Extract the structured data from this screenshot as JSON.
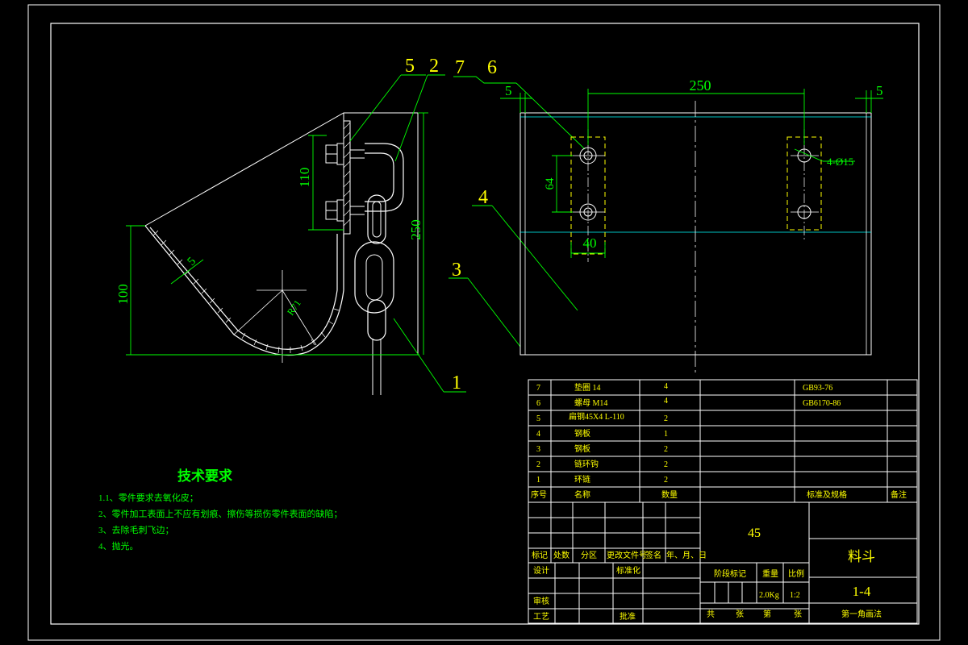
{
  "balloons": [
    "5",
    "2",
    "7",
    "6",
    "4",
    "3",
    "1"
  ],
  "dims": {
    "d250_side": "250",
    "d110": "110",
    "d100": "100",
    "d5_side": "5",
    "r71": "R71",
    "d250_front": "250",
    "d5_left": "5",
    "d5_right": "5",
    "d64": "64",
    "d40": "40",
    "hole": "4-Ø15"
  },
  "tech_req": {
    "title": "技术要求",
    "items": [
      "1.1、零件要求去氧化皮；",
      "2、零件加工表面上不应有划痕、擦伤等损伤零件表面的缺陷；",
      "3、去除毛刺飞边；",
      "4、抛光。"
    ]
  },
  "bom": {
    "rows": [
      {
        "no": "7",
        "name": "垫圈 14",
        "qty": "4",
        "std": "GB93-76"
      },
      {
        "no": "6",
        "name": "螺母 M14",
        "qty": "4",
        "std": "GB6170-86"
      },
      {
        "no": "5",
        "name": "扁钢45X4 L-110",
        "qty": "2",
        "std": ""
      },
      {
        "no": "4",
        "name": "钢板",
        "qty": "1",
        "std": ""
      },
      {
        "no": "3",
        "name": "钢板",
        "qty": "2",
        "std": ""
      },
      {
        "no": "2",
        "name": "链环钩",
        "qty": "2",
        "std": ""
      },
      {
        "no": "1",
        "name": "环链",
        "qty": "2",
        "std": ""
      }
    ],
    "header": {
      "no": "序号",
      "name": "名称",
      "qty": "数量",
      "std": "标准及规格",
      "note": "备注"
    }
  },
  "title_block": {
    "material": "45",
    "part_name": "料斗",
    "drawing_no": "1-4",
    "projection": "第一角画法",
    "rev_headers": [
      "标记",
      "处数",
      "分区",
      "更改文件号",
      "签名",
      "年、月、日"
    ],
    "design": "设计",
    "standardize": "标准化",
    "stage": "阶段标记",
    "weight_label": "重量",
    "scale_label": "比例",
    "weight": "2.0Kg",
    "scale": "1:2",
    "check": "审核",
    "process": "工艺",
    "approve": "批准",
    "sheets": [
      "共",
      "张",
      "第",
      "张"
    ]
  }
}
